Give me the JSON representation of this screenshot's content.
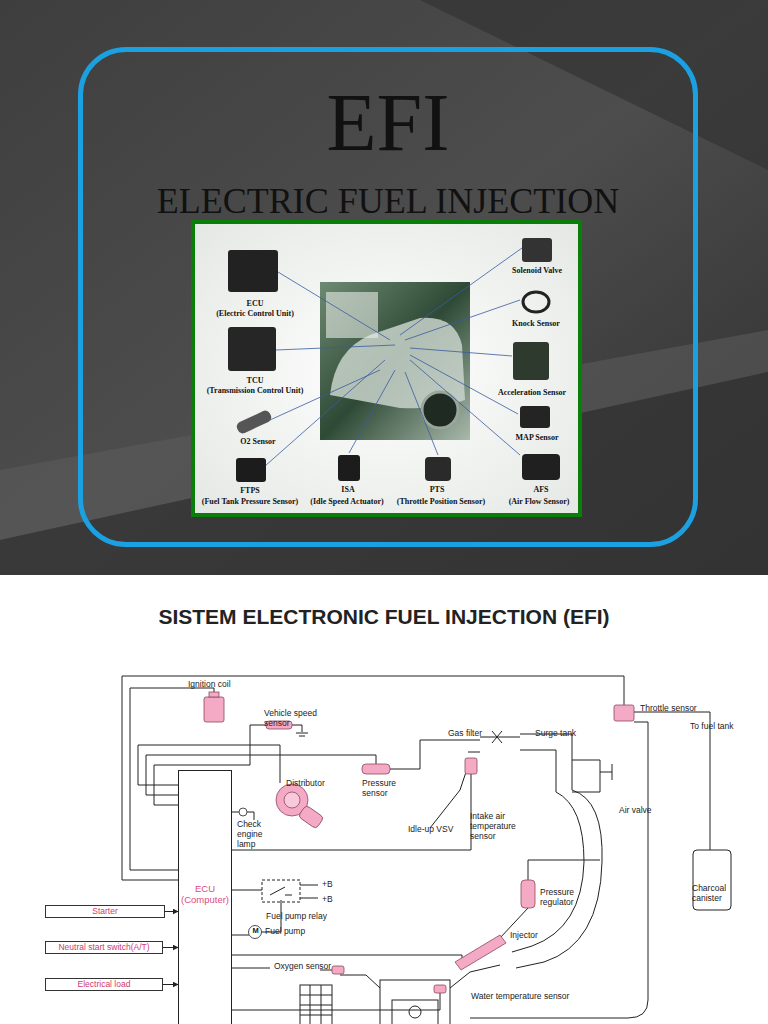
{
  "diagram": {
    "title": "SISTEM ELECTRONIC FUEL INJECTION (EFI)",
    "nodes": [
      {
        "text": [
          "EFI",
          "ELECTRIC FUEL INJECTION"
        ]
      },
      {
        "text": [
          "ECU (Computer)"
        ]
      },
      {
        "text": [
          "Starter"
        ]
      },
      {
        "text": [
          "Neutral start switch(A/T)"
        ]
      },
      {
        "text": [
          "Electrical load"
        ]
      }
    ],
    "edges": [
      {
        "from": 2,
        "to": 1,
        "arrow": "to"
      },
      {
        "from": 3,
        "to": 1,
        "arrow": "to"
      },
      {
        "from": 4,
        "to": 1,
        "arrow": "to"
      }
    ],
    "labels": [
      "ECU",
      "(Electric Control Unit)",
      "TCU",
      "(Transmission Control Unit)",
      "O2 Sensor",
      "FTPS",
      "(Fuel Tank Pressure Sensor)",
      "ISA",
      "(Idle Speed Actuator)",
      "PTS",
      "(Throttle Position Sensor)",
      "Solenoid Valve",
      "Knock Sensor",
      "Acceleration Sensor",
      "MAP Sensor",
      "AFS",
      "(Air Flow Sensor)",
      "Ignition coil",
      "Vehicle speed sensor",
      "Throttle sensor",
      "To fuel tank",
      "Gas filter",
      "Surge tank",
      "Distributor",
      "Pressure sensor",
      "Air valve",
      "Check engine lamp",
      "Idle-up VSV",
      "Intake air temperature sensor",
      "+B",
      "+B",
      "Fuel pump relay",
      "M",
      "Fuel pump",
      "Charcoal canister",
      "Pressure regulator",
      "Injector",
      "Oxygen sensor",
      "Water temperature sensor"
    ]
  }
}
